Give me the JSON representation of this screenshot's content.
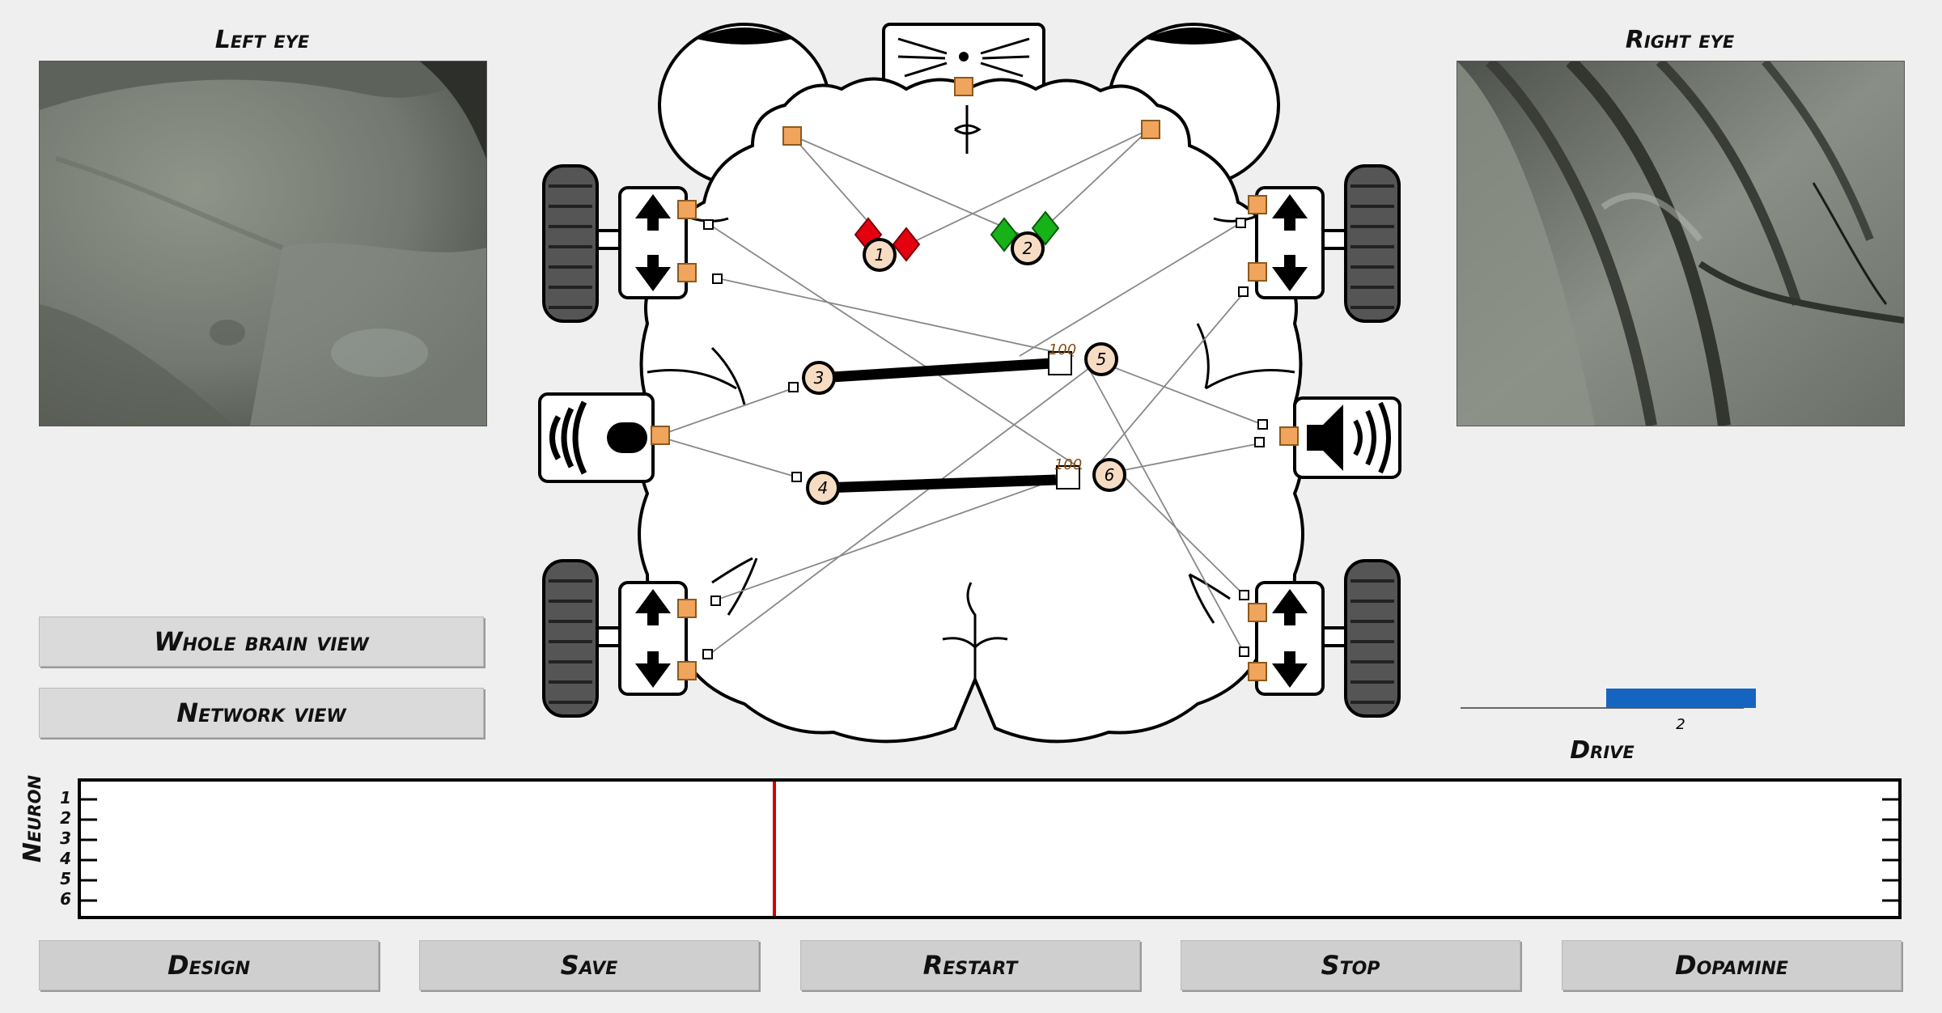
{
  "left_eye": {
    "title": "Left eye"
  },
  "right_eye": {
    "title": "Right eye"
  },
  "views": {
    "whole_brain": "Whole brain view",
    "network": "Network view"
  },
  "brain": {
    "neurons": [
      {
        "id": "1",
        "label": "1"
      },
      {
        "id": "2",
        "label": "2"
      },
      {
        "id": "3",
        "label": "3"
      },
      {
        "id": "4",
        "label": "4"
      },
      {
        "id": "5",
        "label": "5"
      },
      {
        "id": "6",
        "label": "6"
      }
    ],
    "synapse_labels": [
      "100",
      "100"
    ],
    "colors": {
      "neuron_fill": "#f7dcc4",
      "sensor": "#f0a45c",
      "reward": "#e4000f",
      "punish": "#16b217"
    }
  },
  "drive": {
    "label": "Drive",
    "chart_data": {
      "type": "bar",
      "categories": [
        "2"
      ],
      "values": [
        1
      ],
      "xlabel": "Drive",
      "color": "#1565c0"
    }
  },
  "raster": {
    "ylabel": "Neuron",
    "rows": [
      "1",
      "2",
      "3",
      "4",
      "5",
      "6"
    ],
    "cursor_color": "#d40000"
  },
  "buttons": {
    "design": "Design",
    "save": "Save",
    "restart": "Restart",
    "stop": "Stop",
    "dopamine": "Dopamine"
  }
}
